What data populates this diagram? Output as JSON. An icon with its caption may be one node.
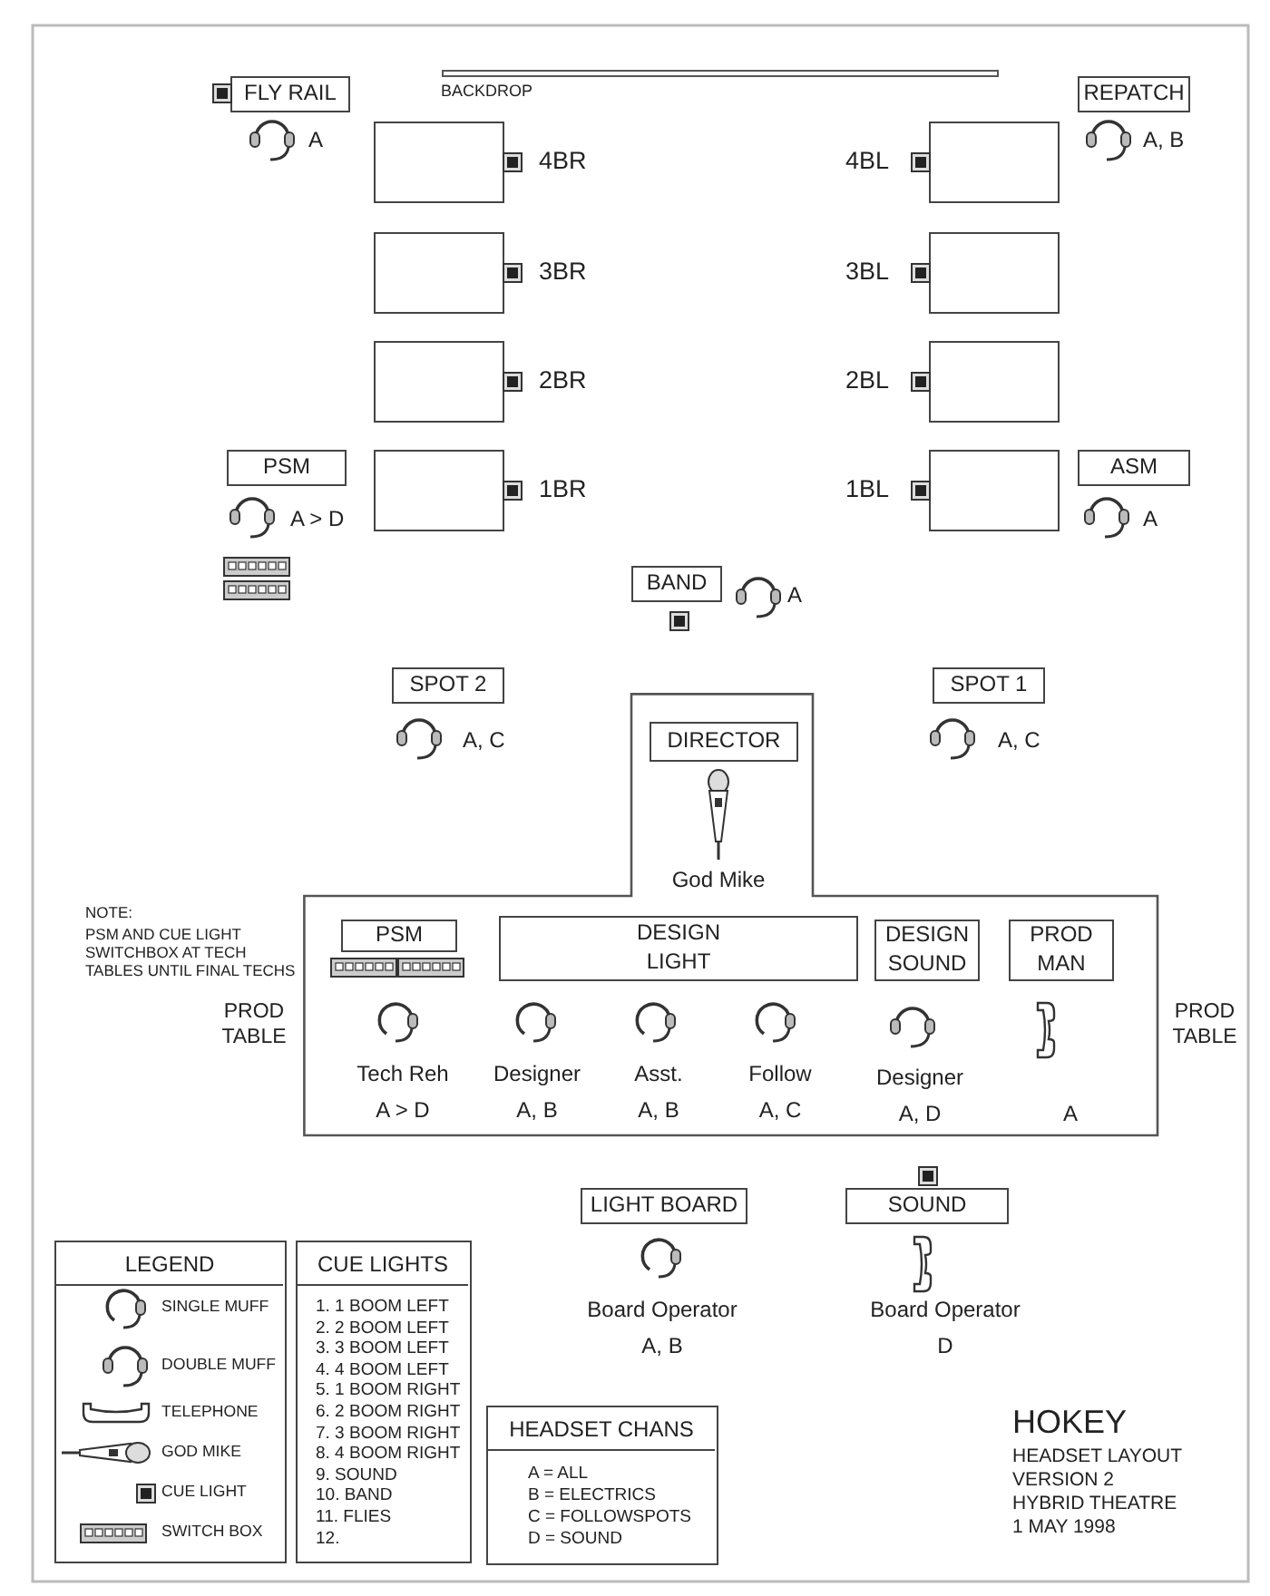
{
  "diagram": {
    "nodes": [
      {
        "text": [
          "FLY RAIL"
        ]
      },
      {
        "text": [
          "REPATCH"
        ]
      },
      {
        "text": [],
        "shape": "box",
        "beside": [
          "4BR"
        ]
      },
      {
        "text": [],
        "shape": "box",
        "beside": [
          "4BL"
        ]
      },
      {
        "text": [],
        "shape": "box",
        "beside": [
          "3BR"
        ]
      },
      {
        "text": [],
        "shape": "box",
        "beside": [
          "3BL"
        ]
      },
      {
        "text": [],
        "shape": "box",
        "beside": [
          "2BR"
        ]
      },
      {
        "text": [],
        "shape": "box",
        "beside": [
          "2BL"
        ]
      },
      {
        "text": [
          "PSM"
        ]
      },
      {
        "text": [],
        "shape": "box",
        "beside": [
          "1BR"
        ]
      },
      {
        "text": [],
        "shape": "box",
        "beside": [
          "1BL"
        ]
      },
      {
        "text": [
          "ASM"
        ]
      },
      {
        "text": [
          "BAND"
        ]
      },
      {
        "text": [
          "SPOT 2"
        ]
      },
      {
        "text": [
          "SPOT 1"
        ]
      },
      {
        "text": [],
        "shape": "box",
        "beside": [
          "PROD TABLE",
          "PROD TABLE"
        ]
      },
      {
        "text": [
          "DIRECTOR"
        ],
        "in": 15
      },
      {
        "text": [
          "PSM"
        ],
        "in": 15
      },
      {
        "text": [
          "DESIGN LIGHT"
        ],
        "in": 15
      },
      {
        "text": [
          "DESIGN SOUND"
        ],
        "in": 15
      },
      {
        "text": [
          "PROD MAN"
        ],
        "in": 15
      },
      {
        "text": [
          "LIGHT BOARD"
        ]
      },
      {
        "text": [
          "SOUND"
        ]
      },
      {
        "text": [
          "LEGEND"
        ]
      },
      {
        "text": [
          "CUE LIGHTS",
          "1. 1 BOOM LEFT",
          "2. 2 BOOM LEFT",
          "3. 3 BOOM LEFT",
          "4. 4 BOOM LEFT",
          "5. 1 BOOM RIGHT",
          "6. 2 BOOM RIGHT",
          "7. 3 BOOM RIGHT",
          "8. 4 BOOM RIGHT",
          "9. SOUND",
          "10. BAND",
          "11. FLIES",
          "12."
        ]
      },
      {
        "text": [
          "HEADSET CHANS",
          "A = ALL",
          "B = ELECTRICS",
          "C = FOLLOWSPOTS",
          "D = SOUND"
        ]
      }
    ],
    "labels": [
      "BACKDROP",
      "A",
      "A, B",
      "A > D",
      "A",
      "A",
      "A, C",
      "A, C",
      "God Mike",
      "NOTE:",
      "PSM AND CUE LIGHT SWITCHBOX AT TECH TABLES UNTIL FINAL TECHS",
      "Tech Reh",
      "A > D",
      "Designer",
      "A, B",
      "Asst.",
      "A, B",
      "Follow",
      "A, C",
      "Designer",
      "A, D",
      "A",
      "Board Operator",
      "A, B",
      "Board Operator",
      "D",
      "HOKEY",
      "HEADSET LAYOUT",
      "VERSION 2",
      "HYBRID THEATRE",
      "1 MAY 1998"
    ],
    "legend": [
      {
        "text": "SINGLE MUFF"
      },
      {
        "text": "DOUBLE MUFF"
      },
      {
        "text": "TELEPHONE"
      },
      {
        "text": "GOD MIKE"
      },
      {
        "text": "CUE LIGHT"
      },
      {
        "text": "SWITCH BOX"
      }
    ]
  }
}
